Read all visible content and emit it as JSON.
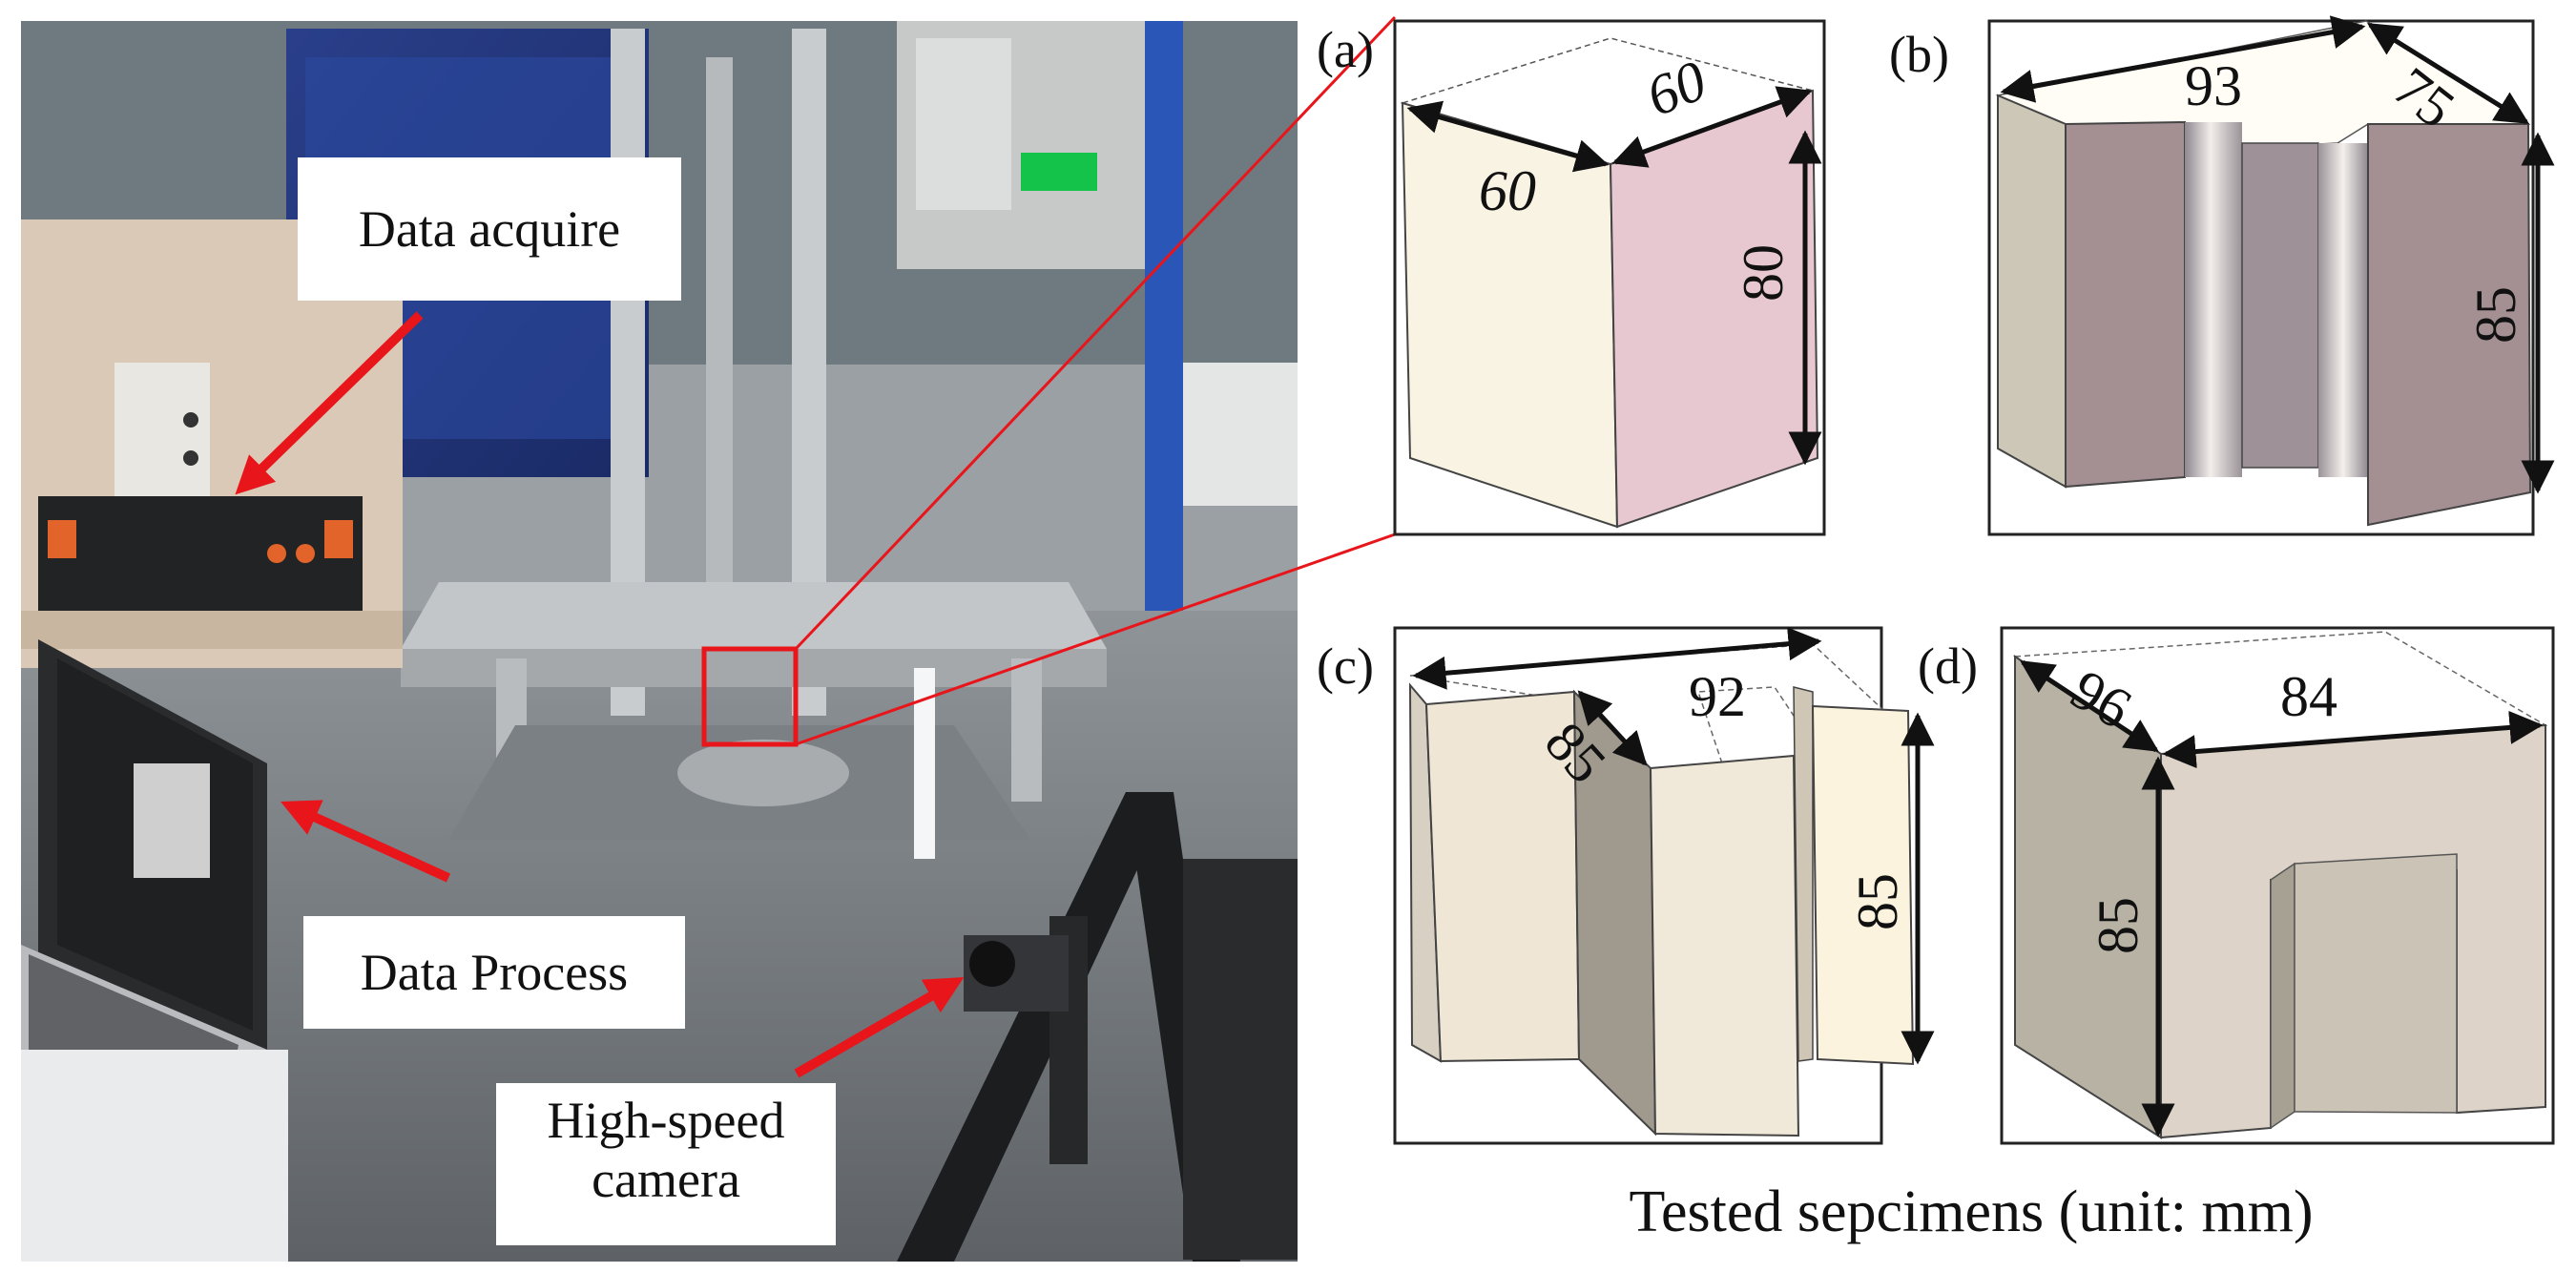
{
  "photo": {
    "labels": {
      "data_acquire": "Data acquire",
      "data_process": "Data Process",
      "high_speed_camera": "High-speed camera"
    },
    "colors": {
      "arrow": "#e8161b",
      "zoom_box": "#e8161b"
    }
  },
  "specimens": {
    "caption": "Tested sepcimens (unit: mm)",
    "panels": [
      {
        "id": "a",
        "label": "(a)",
        "dims": [
          "60",
          "60",
          "80"
        ]
      },
      {
        "id": "b",
        "label": "(b)",
        "dims": [
          "93",
          "75",
          "85"
        ]
      },
      {
        "id": "c",
        "label": "(c)",
        "dims": [
          "92",
          "85",
          "85"
        ]
      },
      {
        "id": "d",
        "label": "(d)",
        "dims": [
          "96",
          "84",
          "85"
        ]
      }
    ]
  }
}
